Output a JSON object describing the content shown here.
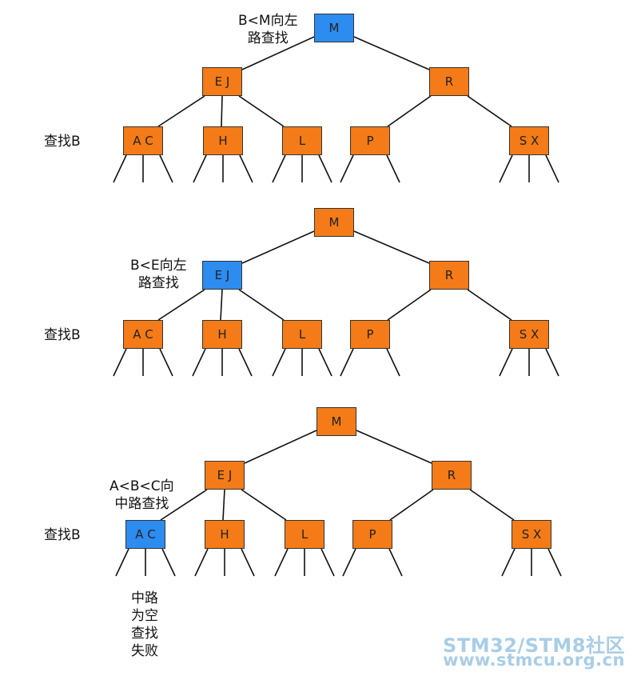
{
  "colors": {
    "default_node": "#f47b17",
    "current_node": "#2d8cf0",
    "watermark": "#a9cde6"
  },
  "panels": [
    {
      "side_label": "查找B",
      "nodes": {
        "root": "M",
        "left": "E J",
        "right": "R",
        "c1": "A C",
        "c2": "H",
        "c3": "L",
        "c4": "P",
        "c5": "S X"
      },
      "highlight": "root",
      "note": "B<M向左\n路查找",
      "fail_note": ""
    },
    {
      "side_label": "查找B",
      "nodes": {
        "root": "M",
        "left": "E J",
        "right": "R",
        "c1": "A C",
        "c2": "H",
        "c3": "L",
        "c4": "P",
        "c5": "S X"
      },
      "highlight": "left",
      "note": "B<E向左\n路查找",
      "fail_note": ""
    },
    {
      "side_label": "查找B",
      "nodes": {
        "root": "M",
        "left": "E J",
        "right": "R",
        "c1": "A C",
        "c2": "H",
        "c3": "L",
        "c4": "P",
        "c5": "S X"
      },
      "highlight": "c1",
      "note": "A<B<C向\n中路查找",
      "fail_note": "中路\n为空\n查找\n失败"
    }
  ],
  "watermark": {
    "line1": "STM32/STM8社区",
    "line2": "www.stmcu.org.cn"
  }
}
